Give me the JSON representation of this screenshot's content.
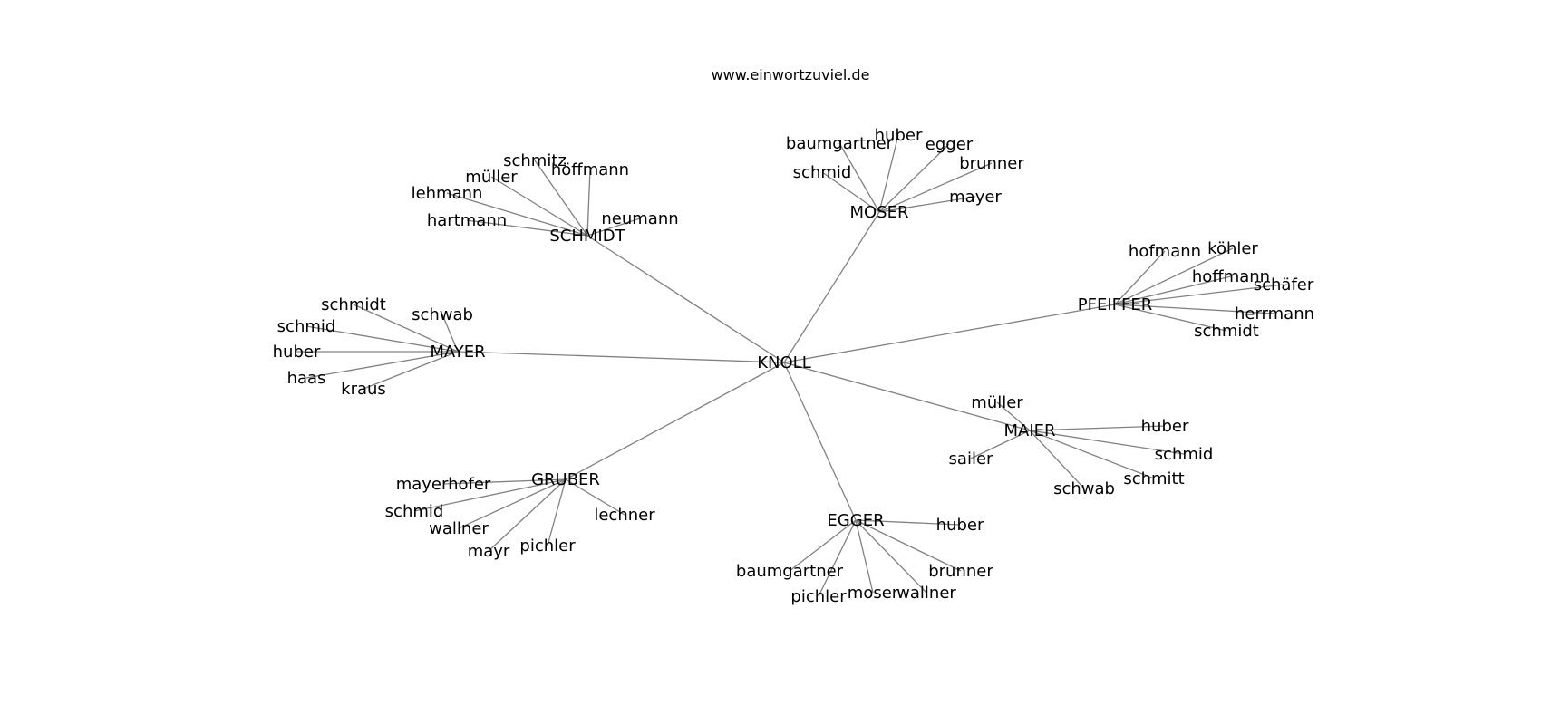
{
  "title": "www.einwortzuviel.de",
  "colors": {
    "edge": "#808080",
    "text": "#000000",
    "background": "#ffffff"
  },
  "root": "KNOLL",
  "hubs": [
    {
      "id": "schmidt",
      "label": "SCHMIDT",
      "leaves": [
        "schmitz",
        "höffmann",
        "müller",
        "lehmann",
        "hartmann",
        "neumann"
      ]
    },
    {
      "id": "moser",
      "label": "MOSER",
      "leaves": [
        "baumgartner",
        "huber",
        "egger",
        "brunner",
        "schmid",
        "mayer"
      ]
    },
    {
      "id": "pfeiffer",
      "label": "PFEIFFER",
      "leaves": [
        "hofmann",
        "köhler",
        "hoffmann",
        "schäfer",
        "herrmann",
        "schmidt"
      ]
    },
    {
      "id": "mayer",
      "label": "MAYER",
      "leaves": [
        "schmidt",
        "schwab",
        "schmid",
        "huber",
        "haas",
        "kraus"
      ]
    },
    {
      "id": "maier",
      "label": "MAIER",
      "leaves": [
        "müller",
        "huber",
        "schmid",
        "sailer",
        "schmitt",
        "schwab"
      ]
    },
    {
      "id": "gruber",
      "label": "GRUBER",
      "leaves": [
        "mayerhofer",
        "schmid",
        "wallner",
        "mayr",
        "pichler",
        "lechner"
      ]
    },
    {
      "id": "egger",
      "label": "EGGER",
      "leaves": [
        "huber",
        "baumgartner",
        "brunner",
        "pichler",
        "moser",
        "wallner"
      ]
    }
  ]
}
